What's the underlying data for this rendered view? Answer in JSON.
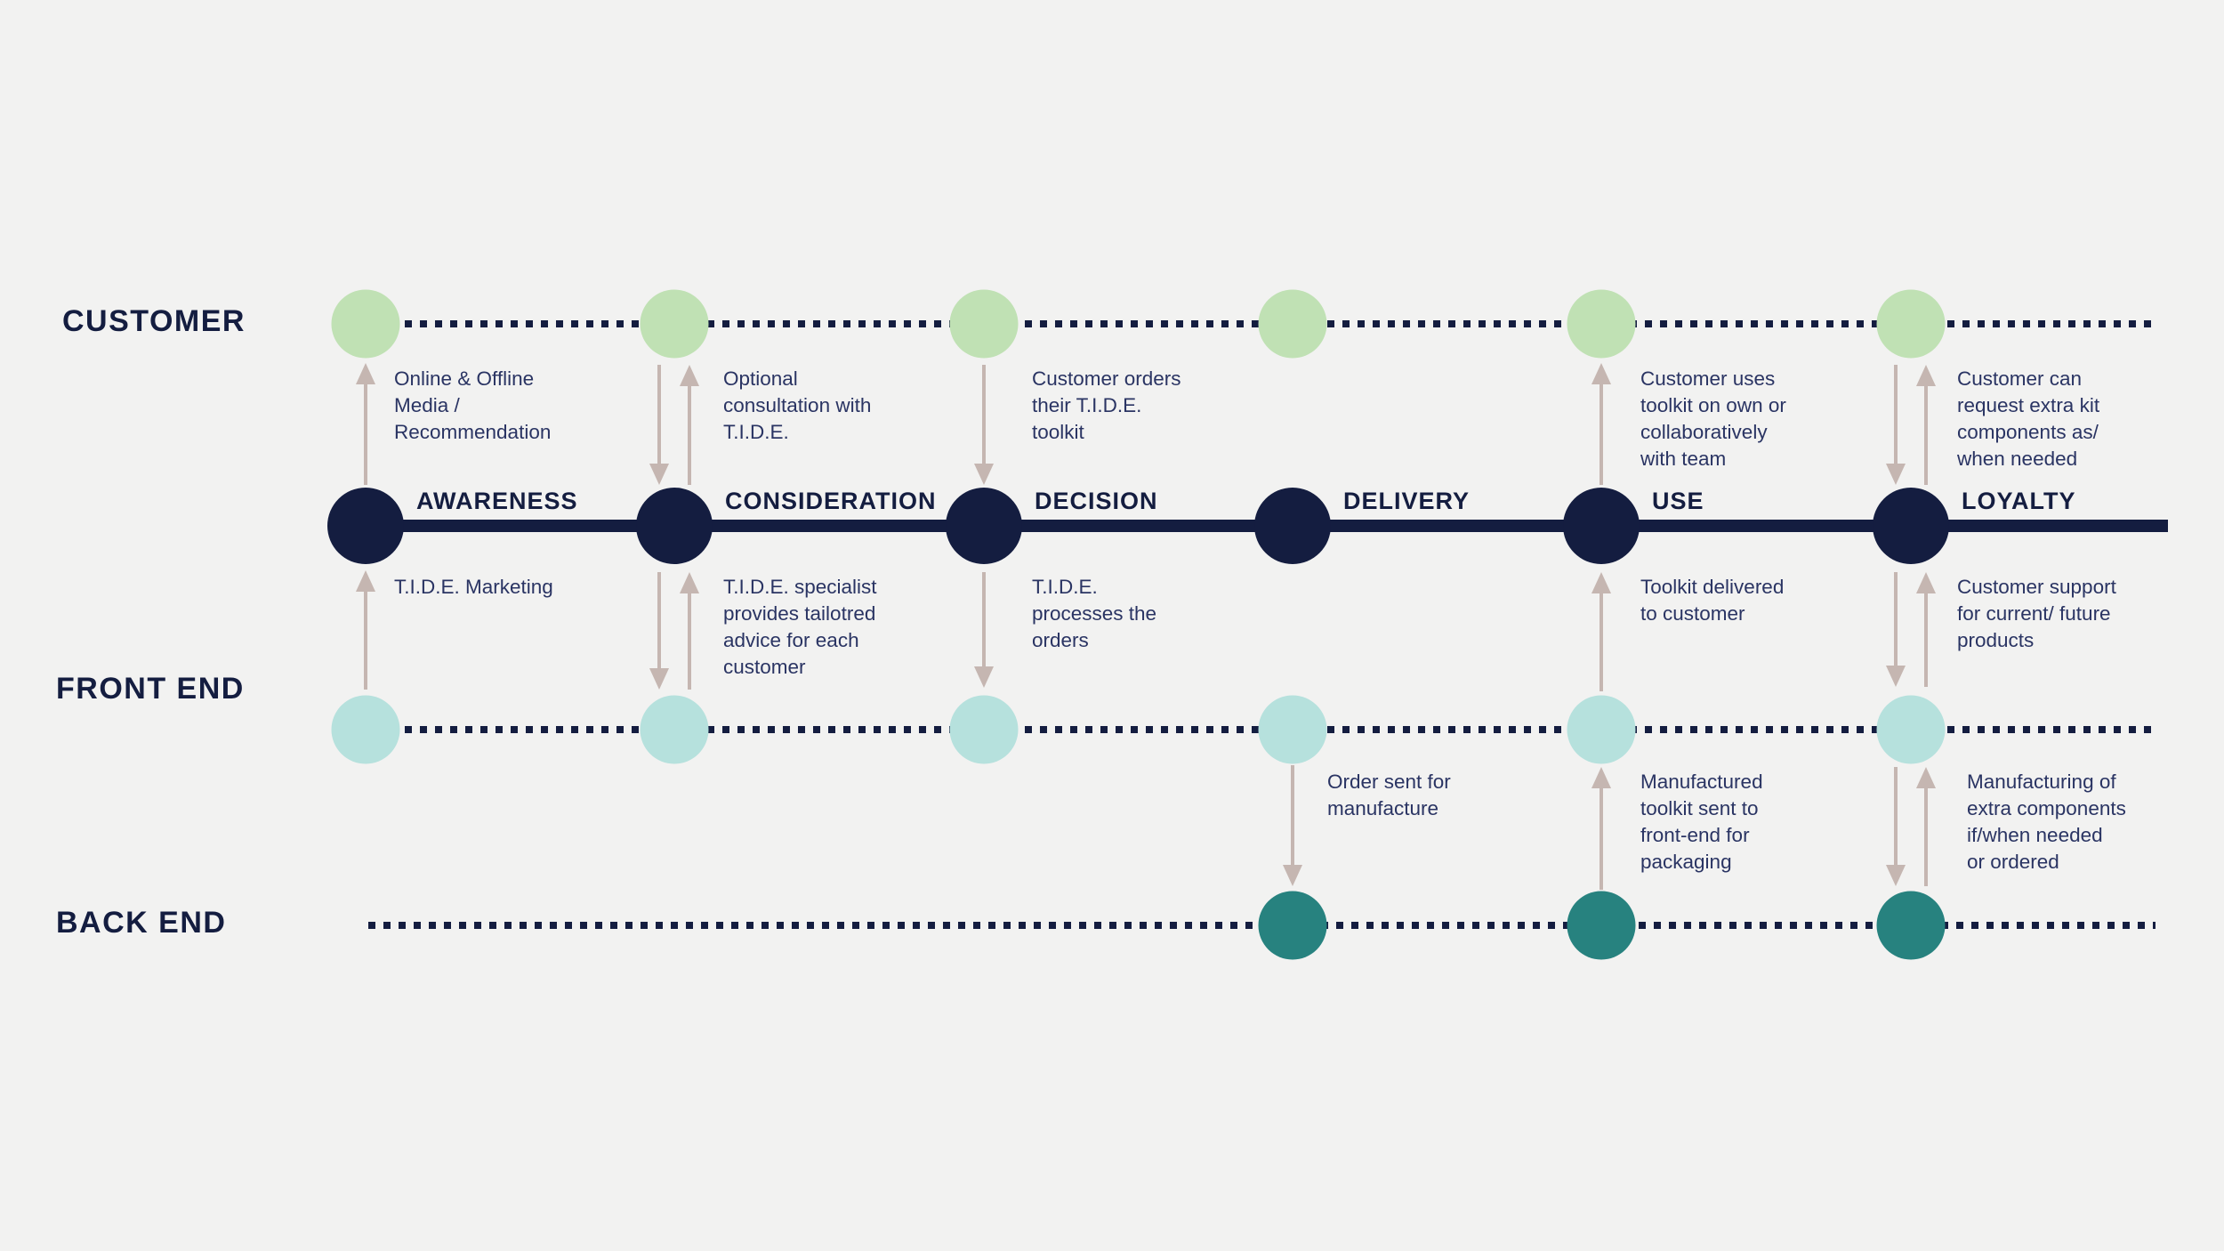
{
  "colors": {
    "background": "#f2f2f1",
    "navy": "#141d40",
    "text": "#2a3463",
    "green": "#c0e1b4",
    "teal_light": "#b6e1dd",
    "teal_dark": "#27827f",
    "arrow": "#c5b6b1"
  },
  "rows": {
    "customer": {
      "label": "CUSTOMER"
    },
    "front": {
      "label": "FRONT END"
    },
    "back": {
      "label": "BACK END"
    }
  },
  "stages": [
    {
      "label": "AWARENESS",
      "customer_note": {
        "lines": [
          "Online & Offline",
          "Media /",
          "Recommendation"
        ],
        "direction": "up"
      },
      "front_note": {
        "lines": [
          "T.I.D.E. Marketing"
        ],
        "direction": "up"
      },
      "back_note": null
    },
    {
      "label": "CONSIDERATION",
      "customer_note": {
        "lines": [
          "Optional",
          "consultation with",
          "T.I.D.E."
        ],
        "direction": "both"
      },
      "front_note": {
        "lines": [
          "T.I.D.E. specialist",
          "provides tailotred",
          "advice for each",
          "customer"
        ],
        "direction": "both"
      },
      "back_note": null
    },
    {
      "label": "DECISION",
      "customer_note": {
        "lines": [
          "Customer orders",
          "their T.I.D.E.",
          "toolkit"
        ],
        "direction": "down"
      },
      "front_note": {
        "lines": [
          "T.I.D.E.",
          "processes the",
          "orders"
        ],
        "direction": "down"
      },
      "back_note": null
    },
    {
      "label": "DELIVERY",
      "customer_note": null,
      "front_note": null,
      "back_note": {
        "lines": [
          "Order sent for",
          "manufacture"
        ],
        "direction": "down"
      }
    },
    {
      "label": "USE",
      "customer_note": {
        "lines": [
          "Customer uses",
          "toolkit on own or",
          "collaboratively",
          "with team"
        ],
        "direction": "up"
      },
      "front_note": {
        "lines": [
          "Toolkit delivered",
          "to customer"
        ],
        "direction": "up"
      },
      "back_note": {
        "lines": [
          "Manufactured",
          "toolkit sent to",
          "front-end for",
          "packaging"
        ],
        "direction": "up"
      }
    },
    {
      "label": "LOYALTY",
      "customer_note": {
        "lines": [
          "Customer can",
          "request extra kit",
          "components as/",
          "when needed"
        ],
        "direction": "both"
      },
      "front_note": {
        "lines": [
          "Customer support",
          "for current/ future",
          "products"
        ],
        "direction": "both"
      },
      "back_note": {
        "lines": [
          "Manufacturing of",
          "extra components",
          "if/when needed",
          " or ordered"
        ],
        "direction": "both"
      }
    }
  ]
}
